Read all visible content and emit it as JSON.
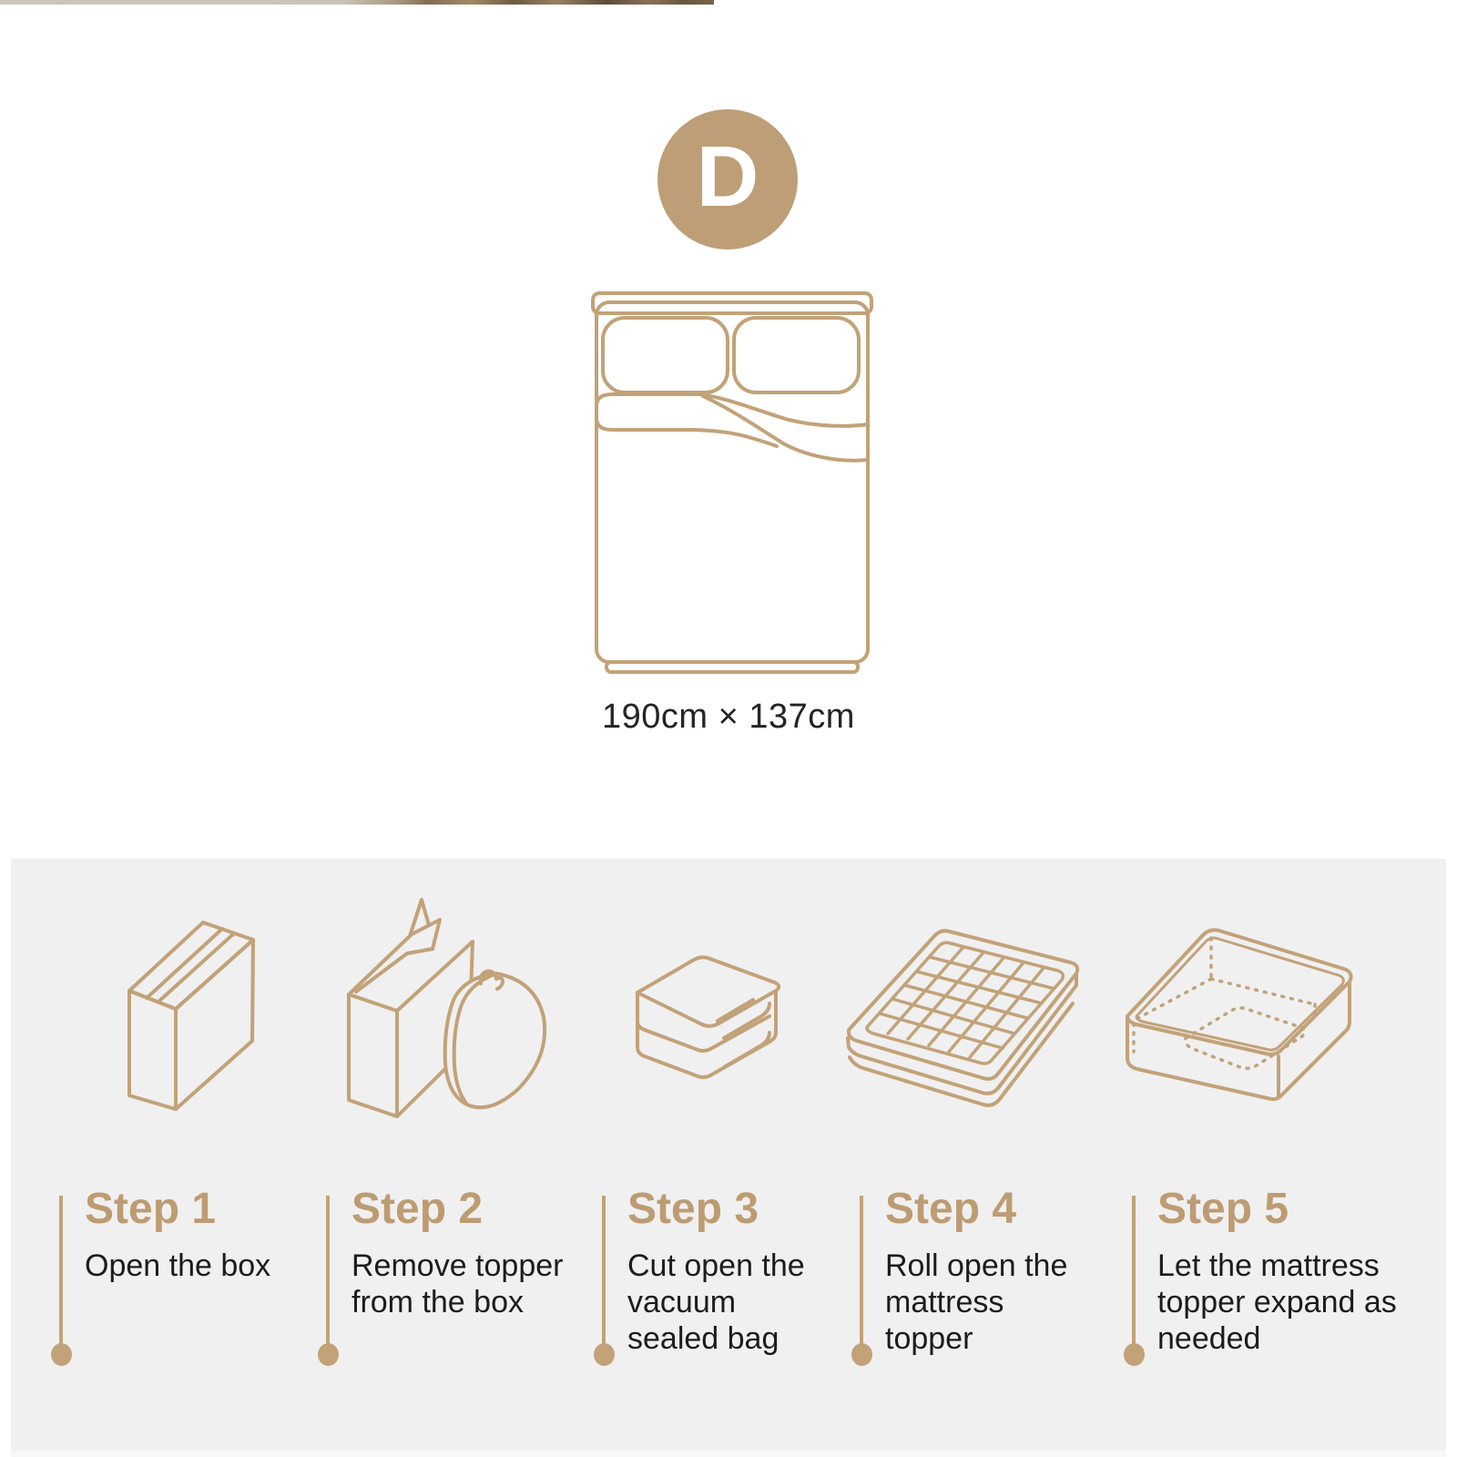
{
  "size_badge": {
    "label": "D"
  },
  "bed_diagram": {
    "dimensions_label": "190cm × 137cm"
  },
  "steps": [
    {
      "title": "Step 1",
      "description": "Open the box",
      "icon": "closed-box-icon"
    },
    {
      "title": "Step 2",
      "description": "Remove topper from the box",
      "icon": "open-box-with-bag-icon"
    },
    {
      "title": "Step 3",
      "description": "Cut open the vacuum sealed bag",
      "icon": "folded-topper-icon"
    },
    {
      "title": "Step 4",
      "description": "Roll open the mattress topper",
      "icon": "rolled-topper-grid-icon"
    },
    {
      "title": "Step 5",
      "description": "Let the mattress topper expand as needed",
      "icon": "expanded-topper-icon"
    }
  ],
  "colors": {
    "accent_tan": "#BD9C72",
    "line_tan": "#C2A278",
    "badge_tan": "#BD9E77",
    "panel_gray": "#F0F0F1",
    "text_dark": "#1C1C1C",
    "background": "#FFFFFF"
  }
}
